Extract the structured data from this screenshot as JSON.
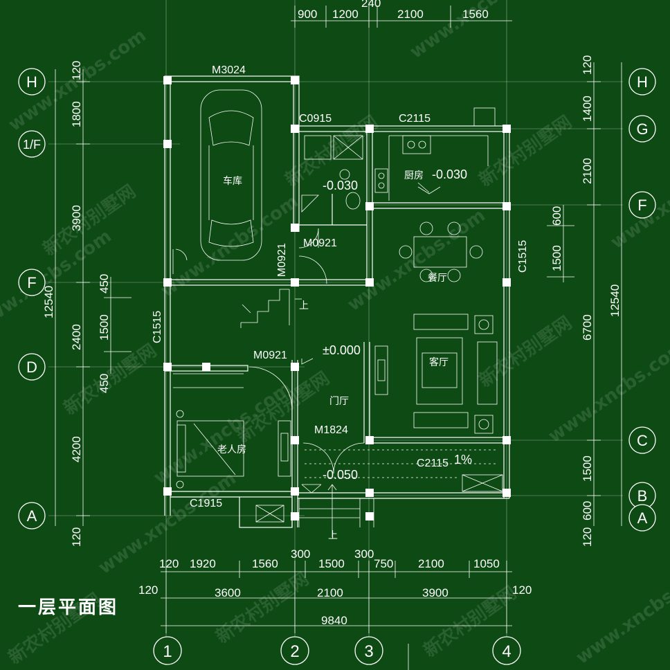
{
  "title": "一层平面图",
  "axes": {
    "rows_left": [
      "H",
      "1/F",
      "F",
      "D",
      "A"
    ],
    "rows_right": [
      "H",
      "G",
      "F",
      "C",
      "B",
      "A"
    ],
    "cols_bottom": [
      "1",
      "2",
      "3",
      "4"
    ]
  },
  "dims": {
    "top": [
      "900",
      "1200",
      "240",
      "2100",
      "1560"
    ],
    "left_outer": [
      "120",
      "1800",
      "3900",
      "2400",
      "4200",
      "120"
    ],
    "left_total": "12540",
    "left_inner": [
      "450",
      "1500",
      "450"
    ],
    "right_outer": [
      "120",
      "1400",
      "2100",
      "6700",
      "1500",
      "600",
      "120"
    ],
    "right_total": "12540",
    "right_inner": [
      "600",
      "1500"
    ],
    "bottom_row1": [
      "120",
      "1920",
      "1560",
      "300",
      "1500",
      "300",
      "750",
      "2100",
      "1050"
    ],
    "bottom_row2": [
      "120",
      "3600",
      "2100",
      "3900",
      "120"
    ],
    "bottom_total": "9840"
  },
  "rooms": {
    "garage": "车库",
    "kitchen": "厨房",
    "dining": "餐厅",
    "living": "客厅",
    "foyer": "门厅",
    "elder_room": "老人房"
  },
  "labels": {
    "door_garage": "M3024",
    "win_bath": "C0915",
    "win_kitchen": "C2115",
    "door_bath": "M0921",
    "door_stair": "M0921",
    "win_dining": "C1515",
    "win_stair": "C1515",
    "door_elder": "M0921",
    "door_main": "M1824",
    "win_porch": "C2115",
    "win_elder": "C1915",
    "elev_bath": "-0.030",
    "elev_kitchen": "-0.030",
    "elev_floor": "±0.000",
    "elev_porch": "-0.050",
    "slope": "1%",
    "up_stair": "上",
    "up_entry": "上"
  },
  "watermarks": [
    "新农村别墅网",
    "www.xncbs.com"
  ]
}
